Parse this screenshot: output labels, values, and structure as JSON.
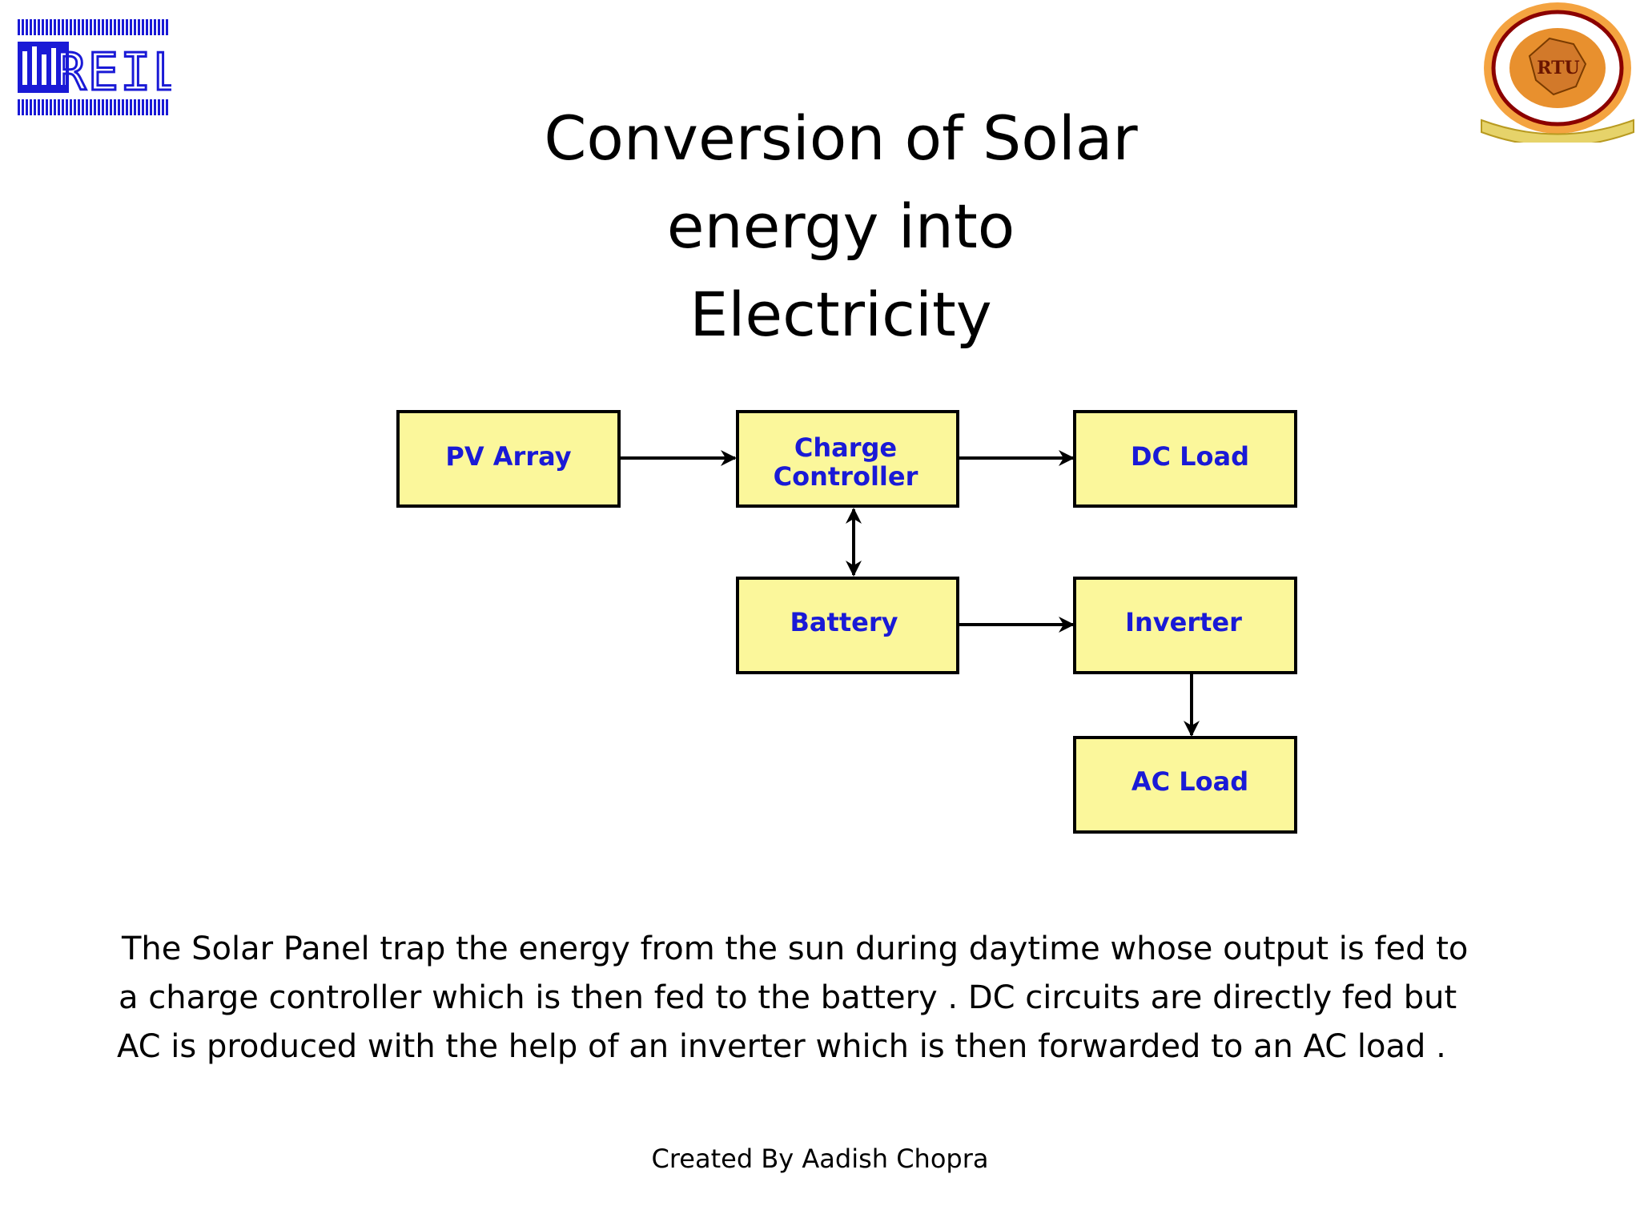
{
  "logos": {
    "left": {
      "icon": "reil-logo",
      "text": "REIL",
      "color": "#1a1ad6"
    },
    "right": {
      "icon": "rtu-university-seal",
      "text": "RTU"
    }
  },
  "slide": {
    "title_lines": [
      "Conversion of Solar",
      "energy into",
      "Electricity"
    ],
    "description_lines": [
      "The Solar Panel trap the energy from the sun during daytime whose output is fed to",
      "a charge controller which is then fed to the battery . DC circuits are directly fed but",
      "AC is produced with the help of an inverter which is then forwarded to an AC load ."
    ],
    "footer": "Created By Aadish Chopra"
  },
  "diagram": {
    "box_fill": "#fbf79b",
    "label_color": "#1a1ad6",
    "nodes": {
      "pv_array": {
        "lines": [
          "PV Array"
        ]
      },
      "charge_controller": {
        "lines": [
          "Charge",
          "Controller"
        ]
      },
      "dc_load": {
        "lines": [
          "DC Load"
        ]
      },
      "battery": {
        "lines": [
          "Battery"
        ]
      },
      "inverter": {
        "lines": [
          "Inverter"
        ]
      },
      "ac_load": {
        "lines": [
          "AC Load"
        ]
      }
    },
    "edges": [
      {
        "from": "pv_array",
        "to": "charge_controller"
      },
      {
        "from": "charge_controller",
        "to": "dc_load"
      },
      {
        "from": "charge_controller",
        "to": "battery",
        "bidirectional": true
      },
      {
        "from": "battery",
        "to": "inverter"
      },
      {
        "from": "inverter",
        "to": "ac_load"
      }
    ]
  }
}
